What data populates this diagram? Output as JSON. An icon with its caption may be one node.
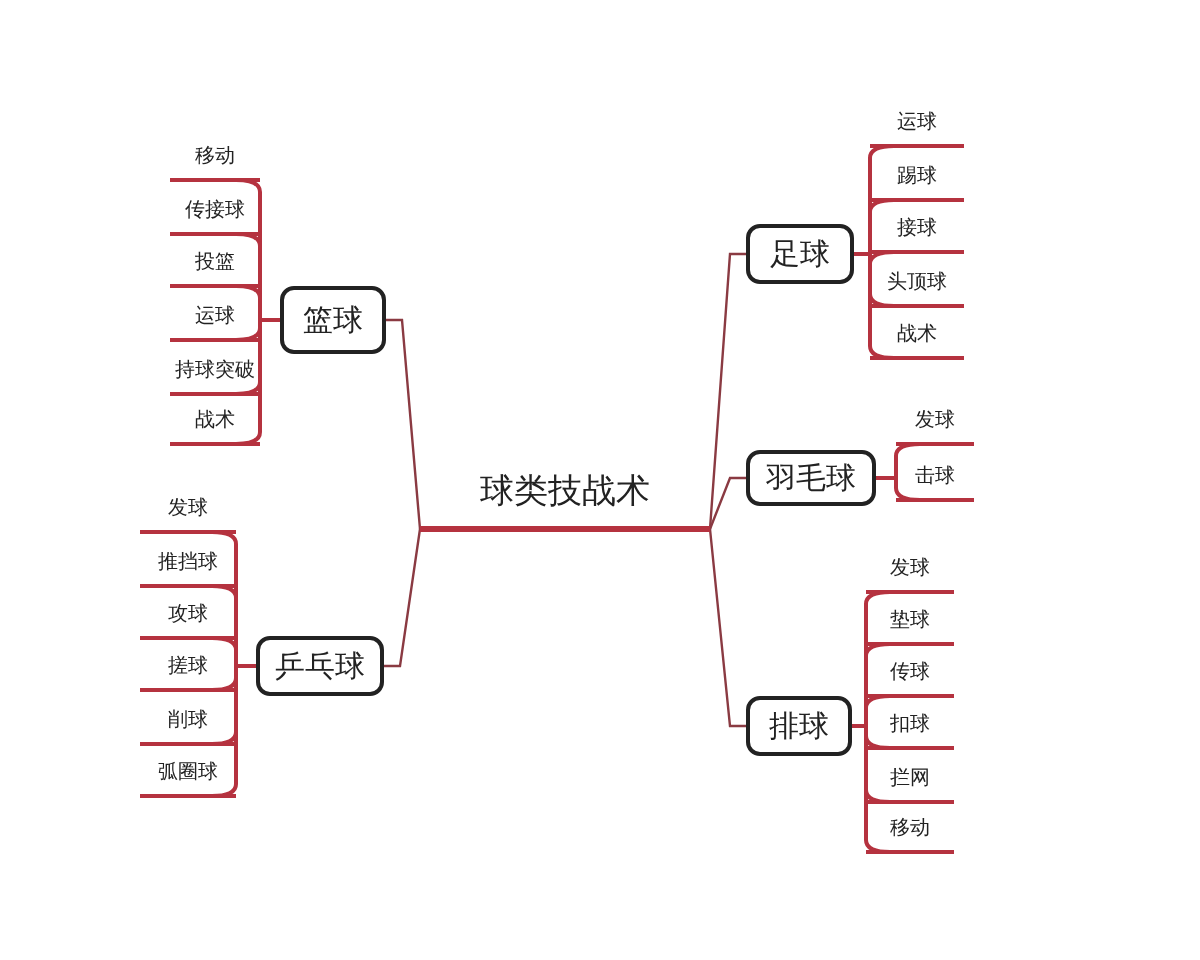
{
  "diagram": {
    "nodes": [
      {
        "text": [
          "球类技战术"
        ]
      },
      {
        "text": [
          "篮球"
        ]
      },
      {
        "text": [
          "移动"
        ]
      },
      {
        "text": [
          "传接球"
        ]
      },
      {
        "text": [
          "投篮"
        ]
      },
      {
        "text": [
          "运球"
        ]
      },
      {
        "text": [
          "持球突破"
        ]
      },
      {
        "text": [
          "战术"
        ]
      },
      {
        "text": [
          "乒乓球"
        ]
      },
      {
        "text": [
          "发球"
        ]
      },
      {
        "text": [
          "推挡球"
        ]
      },
      {
        "text": [
          "攻球"
        ]
      },
      {
        "text": [
          "搓球"
        ]
      },
      {
        "text": [
          "削球"
        ]
      },
      {
        "text": [
          "弧圈球"
        ]
      },
      {
        "text": [
          "足球"
        ]
      },
      {
        "text": [
          "运球"
        ]
      },
      {
        "text": [
          "踢球"
        ]
      },
      {
        "text": [
          "接球"
        ]
      },
      {
        "text": [
          "头顶球"
        ]
      },
      {
        "text": [
          "战术"
        ]
      },
      {
        "text": [
          "羽毛球"
        ]
      },
      {
        "text": [
          "发球"
        ]
      },
      {
        "text": [
          "击球"
        ]
      },
      {
        "text": [
          "排球"
        ]
      },
      {
        "text": [
          "发球"
        ]
      },
      {
        "text": [
          "垫球"
        ]
      },
      {
        "text": [
          "传球"
        ]
      },
      {
        "text": [
          "扣球"
        ]
      },
      {
        "text": [
          "拦网"
        ]
      },
      {
        "text": [
          "移动"
        ]
      }
    ],
    "edges": [
      {
        "from": 0,
        "to": 1,
        "arrow": "none"
      },
      {
        "from": 1,
        "to": 2,
        "arrow": "none"
      },
      {
        "from": 1,
        "to": 3,
        "arrow": "none"
      },
      {
        "from": 1,
        "to": 4,
        "arrow": "none"
      },
      {
        "from": 1,
        "to": 5,
        "arrow": "none"
      },
      {
        "from": 1,
        "to": 6,
        "arrow": "none"
      },
      {
        "from": 1,
        "to": 7,
        "arrow": "none"
      },
      {
        "from": 0,
        "to": 8,
        "arrow": "none"
      },
      {
        "from": 8,
        "to": 9,
        "arrow": "none"
      },
      {
        "from": 8,
        "to": 10,
        "arrow": "none"
      },
      {
        "from": 8,
        "to": 11,
        "arrow": "none"
      },
      {
        "from": 8,
        "to": 12,
        "arrow": "none"
      },
      {
        "from": 8,
        "to": 13,
        "arrow": "none"
      },
      {
        "from": 8,
        "to": 14,
        "arrow": "none"
      },
      {
        "from": 0,
        "to": 15,
        "arrow": "none"
      },
      {
        "from": 15,
        "to": 16,
        "arrow": "none"
      },
      {
        "from": 15,
        "to": 17,
        "arrow": "none"
      },
      {
        "from": 15,
        "to": 18,
        "arrow": "none"
      },
      {
        "from": 15,
        "to": 19,
        "arrow": "none"
      },
      {
        "from": 15,
        "to": 20,
        "arrow": "none"
      },
      {
        "from": 0,
        "to": 21,
        "arrow": "none"
      },
      {
        "from": 21,
        "to": 22,
        "arrow": "none"
      },
      {
        "from": 21,
        "to": 23,
        "arrow": "none"
      },
      {
        "from": 0,
        "to": 24,
        "arrow": "none"
      },
      {
        "from": 24,
        "to": 25,
        "arrow": "none"
      },
      {
        "from": 24,
        "to": 26,
        "arrow": "none"
      },
      {
        "from": 24,
        "to": 27,
        "arrow": "none"
      },
      {
        "from": 24,
        "to": 28,
        "arrow": "none"
      },
      {
        "from": 24,
        "to": 29,
        "arrow": "none"
      },
      {
        "from": 24,
        "to": 30,
        "arrow": "none"
      }
    ]
  }
}
